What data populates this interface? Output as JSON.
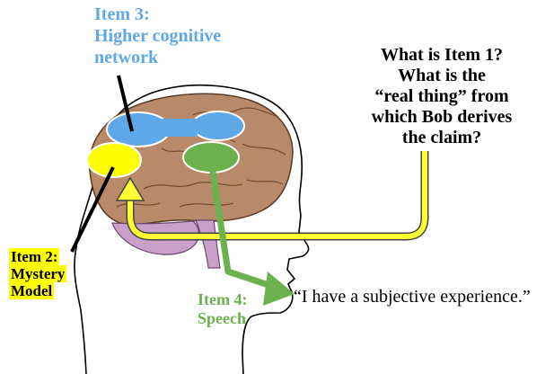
{
  "labels": {
    "item3": [
      "Item 3:",
      "Higher cognitive",
      "network"
    ],
    "question": [
      "What is Item 1?",
      "What is the",
      "“real thing” from",
      "which Bob derives",
      "the claim?"
    ],
    "item2": [
      "Item 2:",
      "Mystery",
      "Model"
    ],
    "item4": [
      "Item 4:",
      "Speech"
    ],
    "quote": "“I have a subjective experience.”"
  },
  "colors": {
    "item1_arrow": "#ffff33",
    "item2_model": "#ffff00",
    "item3_network": "#5fa8e8",
    "item4_speech": "#6bb24e",
    "brain": "#b88a6a"
  }
}
